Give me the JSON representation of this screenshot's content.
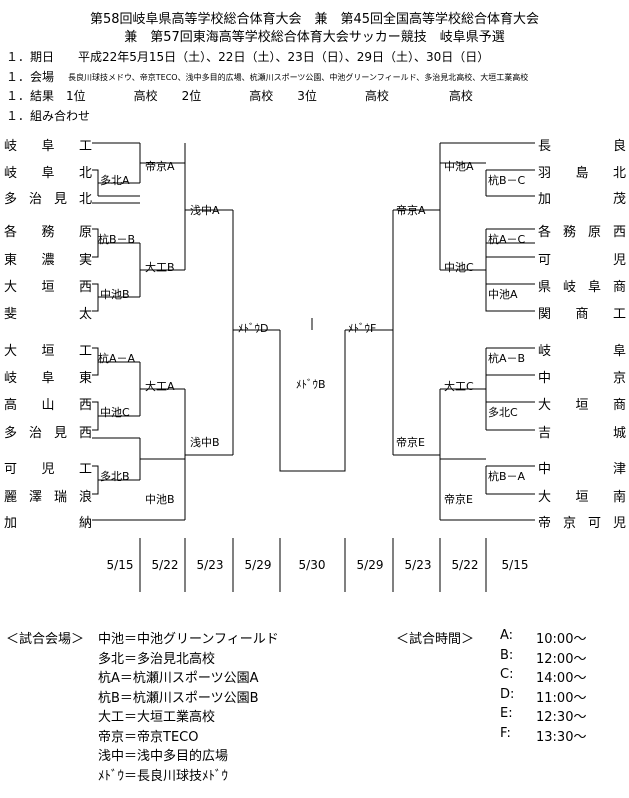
{
  "header": {
    "line1": "第58回岐阜県高等学校総合体育大会　兼　第45回全国高等学校総合体育大会",
    "line2": "兼　第57回東海高等学校総合体育大会サッカー競技　岐阜県予選"
  },
  "info": {
    "period": "１．期日　　平成22年5月15日（土）、22日（土）、23日（日）、29日（土）、30日（日）",
    "venue_label": "１．会場",
    "venue_text": "長良川球技メドウ、帝京TECO、浅中多目的広場、杭瀬川スポーツ公園、中池グリーンフィールド、多治見北高校、大垣工業高校",
    "result": "１．結果　1位　　　　高校　　2位　　　　高校　　3位　　　　高校　　　　　高校",
    "bracket_title": "１．組み合わせ"
  },
  "left_teams": [
    "岐阜工",
    "岐阜北",
    "多治見北",
    "各務原",
    "東濃実",
    "大垣西",
    "斐太",
    "大垣工",
    "岐阜東",
    "高山西",
    "多治見西",
    "可児工",
    "麗澤瑞浪",
    "加納"
  ],
  "right_teams": [
    "長良",
    "羽島北",
    "加茂",
    "各務原西",
    "可児",
    "県岐阜商",
    "関商工",
    "岐阜",
    "中京",
    "大垣商",
    "吉城",
    "中津",
    "大垣南",
    "帝京可児"
  ],
  "labels": {
    "l1a": "多北A",
    "l1b": "杭B－B",
    "l1c": "中池B",
    "l1d": "杭A－A",
    "l1e": "中池C",
    "l1f": "多北B",
    "l2a": "帝京A",
    "l2b": "大工B",
    "l2c": "大工A",
    "l2d": "中池B",
    "l3a": "浅中A",
    "l3b": "浅中B",
    "l4": "ﾒﾄﾞｳD",
    "final": "ﾒﾄﾞｳB",
    "r4": "ﾒﾄﾞｳF",
    "r3a": "帝京A",
    "r3b": "帝京E",
    "r2a": "中池A",
    "r2b": "中池C",
    "r2c": "大工C",
    "r2d": "帝京E",
    "r1a": "杭B－C",
    "r1b": "杭A－C",
    "r1c": "中池A",
    "r1d": "杭A－B",
    "r1e": "多北C",
    "r1f": "杭B－A"
  },
  "dates": [
    "5/15",
    "5/22",
    "5/23",
    "5/29",
    "5/30",
    "5/29",
    "5/23",
    "5/22",
    "5/15"
  ],
  "legend": {
    "venues_title": "＜試合会場＞",
    "venues": [
      "中池＝中池グリーンフィールド",
      "多北＝多治見北高校",
      "杭A＝杭瀬川スポーツ公園A",
      "杭B＝杭瀬川スポーツ公園B",
      "大工＝大垣工業高校",
      "帝京＝帝京TECO",
      "浅中＝浅中多目的広場",
      "ﾒﾄﾞｳ＝長良川球技ﾒﾄﾞｳ"
    ],
    "times_title": "＜試合時間＞",
    "times": [
      {
        "key": "A:",
        "time": "10:00～"
      },
      {
        "key": "B:",
        "time": "12:00～"
      },
      {
        "key": "C:",
        "time": "14:00～"
      },
      {
        "key": "D:",
        "time": "11:00～"
      },
      {
        "key": "E:",
        "time": "12:30～"
      },
      {
        "key": "F:",
        "time": "13:30～"
      }
    ]
  }
}
